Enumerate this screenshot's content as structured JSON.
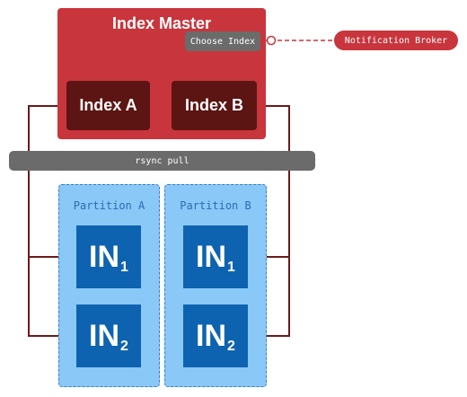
{
  "master": {
    "title": "Index Master",
    "choose_label": "Choose Index"
  },
  "indexes": {
    "a": "Index A",
    "b": "Index B"
  },
  "broker": {
    "label": "Notification Broker"
  },
  "rsync": {
    "label": "rsync pull"
  },
  "partitions": {
    "a": {
      "label": "Partition A",
      "nodes": [
        {
          "base": "IN",
          "sub": "1"
        },
        {
          "base": "IN",
          "sub": "2"
        }
      ]
    },
    "b": {
      "label": "Partition B",
      "nodes": [
        {
          "base": "IN",
          "sub": "1"
        },
        {
          "base": "IN",
          "sub": "2"
        }
      ]
    }
  },
  "colors": {
    "master": "#c9353c",
    "index_box": "#5c1513",
    "label_box": "#6b6b6b",
    "partition": "#89c8f7",
    "node": "#0e63b0",
    "connector": "#6b1a1a"
  }
}
